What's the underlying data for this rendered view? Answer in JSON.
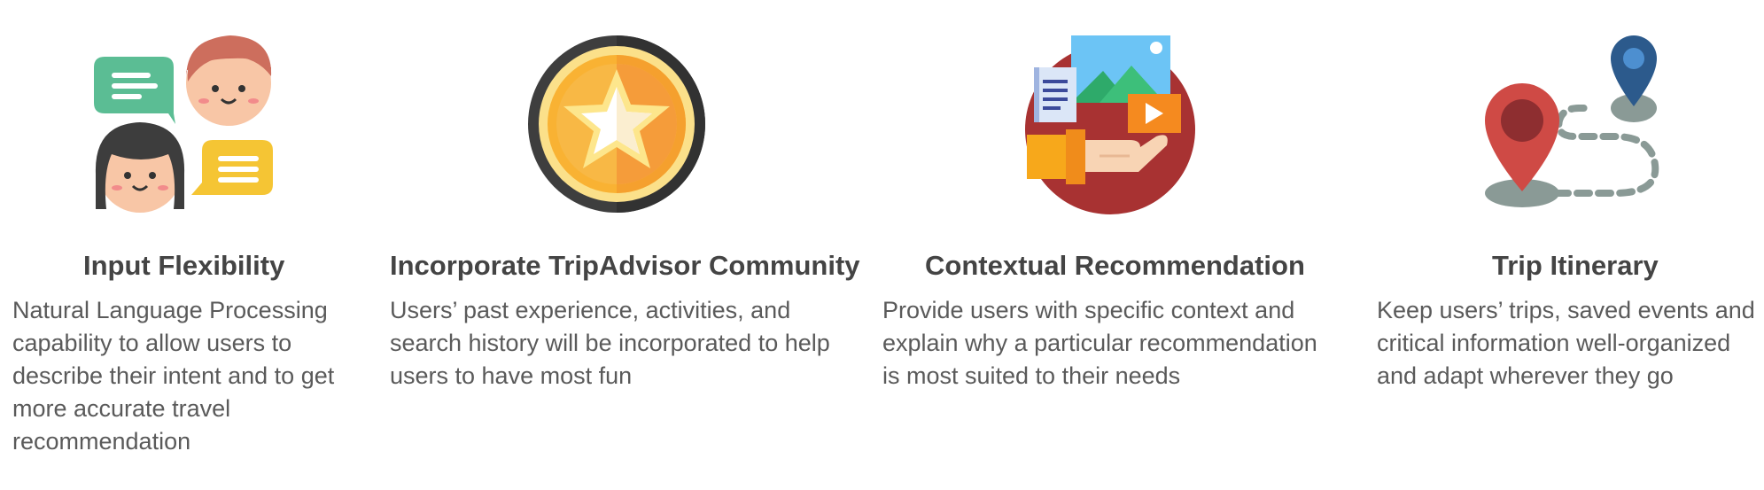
{
  "features": [
    {
      "icon": "chat-people-icon",
      "title": "Input Flexibility",
      "description": "Natural Language Processing\ncapability to allow users to\ndescribe their intent and to get\nmore accurate travel\nrecommendation"
    },
    {
      "icon": "star-medal-icon",
      "title": "Incorporate TripAdvisor Community",
      "description": "Users’ past experience, activities, and\nsearch history will be incorporated to help\nusers to have most fun"
    },
    {
      "icon": "media-hand-icon",
      "title": "Contextual Recommendation",
      "description": "Provide users with specific context and\nexplain why a particular recommendation\nis most suited to their needs"
    },
    {
      "icon": "map-route-pins-icon",
      "title": "Trip Itinerary",
      "description": "Keep users’ trips, saved events and\ncritical information well-organized\nand adapt wherever they go"
    }
  ]
}
